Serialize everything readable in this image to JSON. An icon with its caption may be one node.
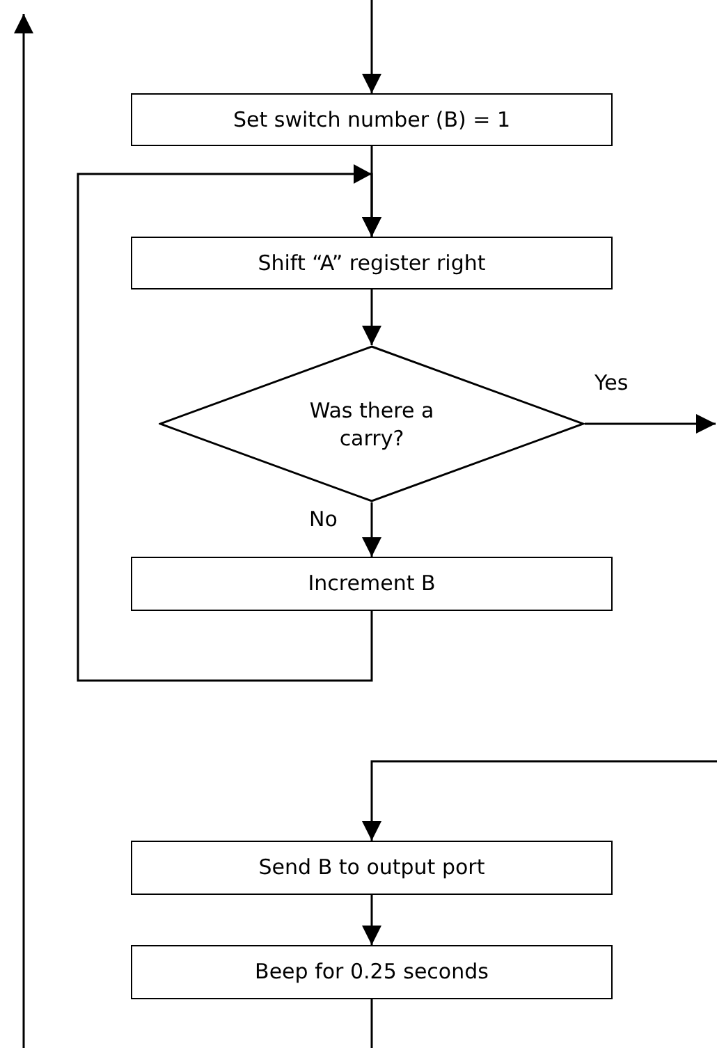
{
  "diagram": {
    "nodes": [
      {
        "text": [
          "Set switch number (B) = 1"
        ]
      },
      {
        "text": [
          "Shift “A” register right"
        ]
      },
      {
        "text": [
          "Was there a carry?"
        ]
      },
      {
        "text": [
          "Increment B"
        ]
      },
      {
        "text": [
          "Send B to output port"
        ]
      },
      {
        "text": [
          "Beep for 0.25 seconds"
        ]
      }
    ],
    "edges": [
      {
        "from": null,
        "to": 0,
        "arrow": "to"
      },
      {
        "from": 0,
        "to": 1,
        "arrow": "to"
      },
      {
        "from": 3,
        "to": 1,
        "arrow": "to"
      },
      {
        "from": 1,
        "to": 2,
        "arrow": "to"
      },
      {
        "from": 2,
        "to": null,
        "arrow": "to",
        "label": "Yes"
      },
      {
        "from": 2,
        "to": 3,
        "arrow": "to",
        "label": "No"
      },
      {
        "from": null,
        "to": 4,
        "arrow": "to"
      },
      {
        "from": 4,
        "to": 5,
        "arrow": "to"
      },
      {
        "from": 5,
        "to": null,
        "arrow": "none"
      }
    ]
  }
}
